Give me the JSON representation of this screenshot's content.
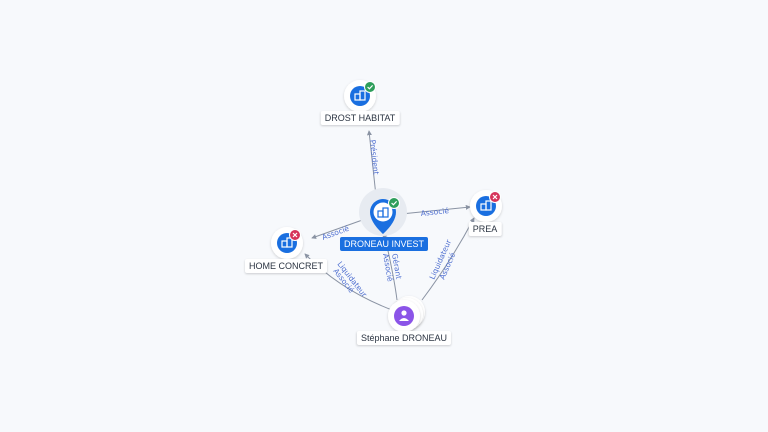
{
  "graph": {
    "nodes": {
      "center": {
        "label": "DRONEAU INVEST",
        "status": "active",
        "icon": "company-icon"
      },
      "drost": {
        "label": "DROST HABITAT",
        "status": "active",
        "icon": "company-icon"
      },
      "prea": {
        "label": "PREA",
        "status": "closed",
        "icon": "company-icon"
      },
      "home": {
        "label": "HOME CONCRET",
        "status": "closed",
        "icon": "company-icon"
      },
      "person": {
        "label": "Stéphane DRONEAU",
        "icon": "person-icon"
      }
    },
    "edges": {
      "center_drost": "Président",
      "center_prea": "Associé",
      "center_home": "Associé",
      "person_center_1": "Gérant",
      "person_center_2": "Associé",
      "person_home_1": "Liquidateur",
      "person_home_2": "Associé",
      "person_prea_1": "Liquidateur",
      "person_prea_2": "Associé"
    }
  },
  "colors": {
    "brand": "#1a6fe0",
    "active": "#2e9e5b",
    "closed": "#d6345a",
    "person": "#8b54e8",
    "edge": "#8a93a3",
    "edge_label": "#4f6fd0"
  }
}
